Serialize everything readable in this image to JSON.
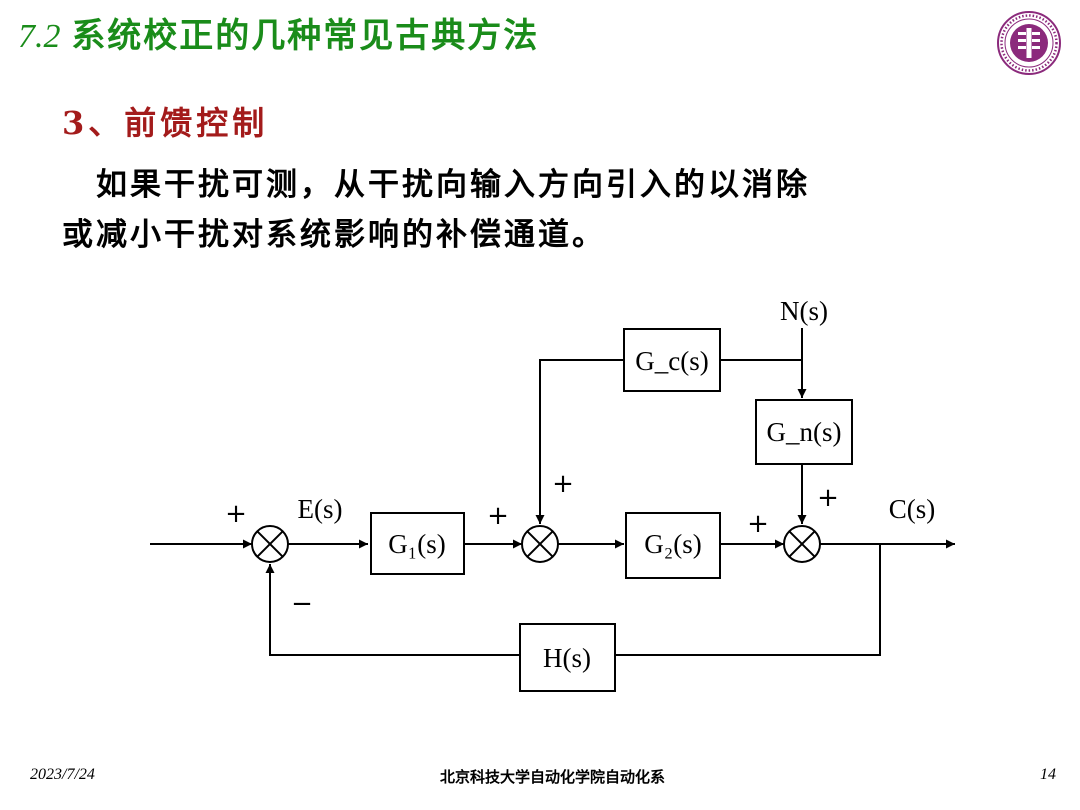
{
  "header": {
    "section_number": "7.2",
    "title": "系统校正的几种常见古典方法"
  },
  "section": {
    "label": "3、前馈控制"
  },
  "paragraph": {
    "line1": "如果干扰可测，从干扰向输入方向引入的以消除",
    "line2": "或减小干扰对系统影响的补偿通道。"
  },
  "diagram": {
    "blocks": {
      "g1": "G₁(s)",
      "g2": "G₂(s)",
      "gc": "G_c(s)",
      "gn": "G_n(s)",
      "h": "H(s)"
    },
    "signals": {
      "error": "E(s)",
      "output": "C(s)",
      "disturbance": "N(s)"
    },
    "signs": {
      "sum1_input": "+",
      "sum1_feedback": "−",
      "sum2_input": "+",
      "sum2_feedforward": "+",
      "sum3_input": "+",
      "sum3_disturbance": "+"
    }
  },
  "footer": {
    "date": "2023/7/24",
    "organization": "北京科技大学自动化学院自动化系",
    "page_number": "14"
  },
  "colors": {
    "title": "#1a8c1a",
    "section": "#a31b1b",
    "logo": "#8b2a7c"
  }
}
